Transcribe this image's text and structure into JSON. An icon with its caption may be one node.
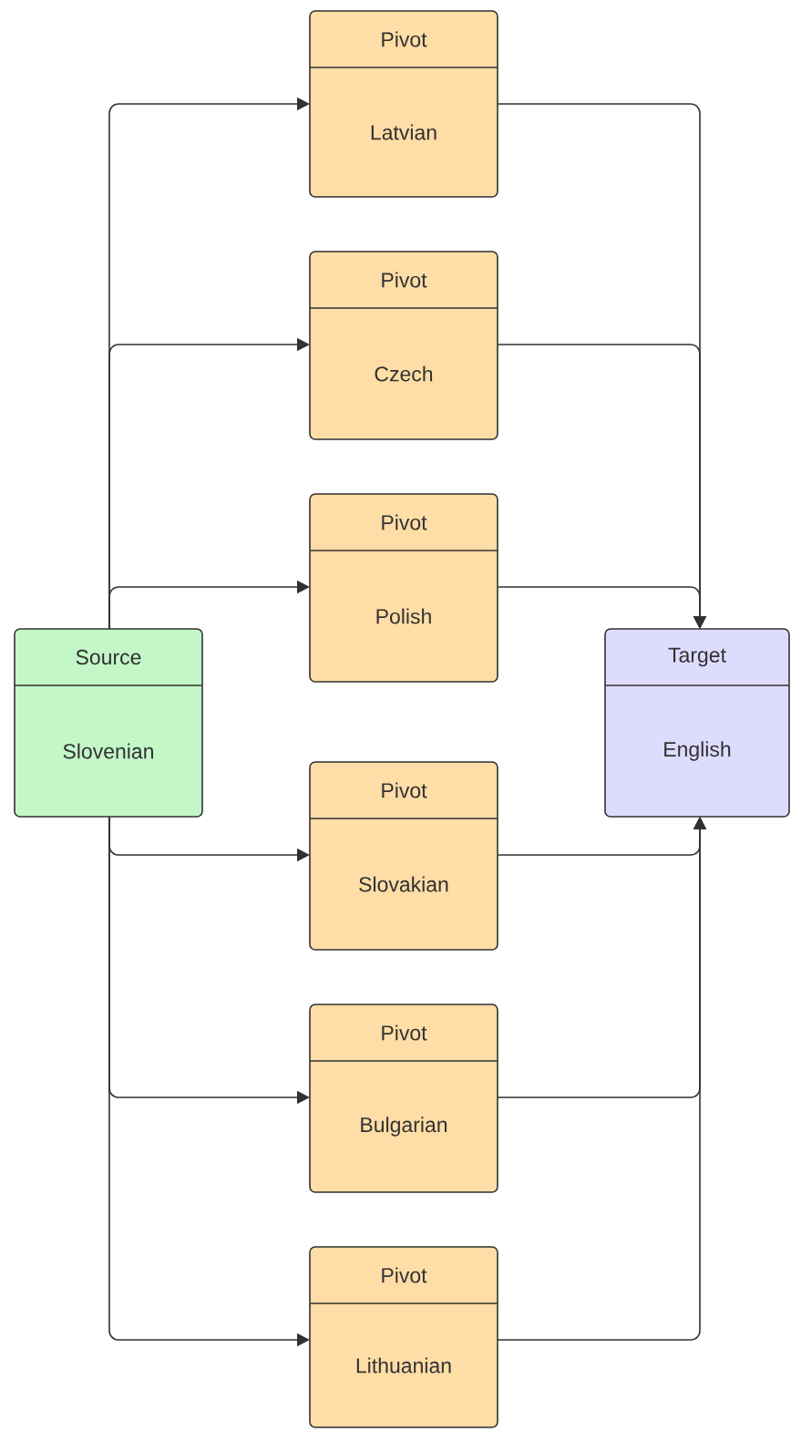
{
  "diagram": {
    "nodes": [
      {
        "text": [
          "Source",
          "Slovenian"
        ]
      },
      {
        "text": [
          "Pivot",
          "Latvian"
        ]
      },
      {
        "text": [
          "Pivot",
          "Czech"
        ]
      },
      {
        "text": [
          "Pivot",
          "Polish"
        ]
      },
      {
        "text": [
          "Pivot",
          "Slovakian"
        ]
      },
      {
        "text": [
          "Pivot",
          "Bulgarian"
        ]
      },
      {
        "text": [
          "Pivot",
          "Lithuanian"
        ]
      },
      {
        "text": [
          "Target",
          "English"
        ]
      }
    ],
    "edges": [
      {
        "from": 0,
        "to": 1,
        "arrow": "to"
      },
      {
        "from": 0,
        "to": 2,
        "arrow": "to"
      },
      {
        "from": 0,
        "to": 3,
        "arrow": "to"
      },
      {
        "from": 0,
        "to": 4,
        "arrow": "to"
      },
      {
        "from": 0,
        "to": 5,
        "arrow": "to"
      },
      {
        "from": 0,
        "to": 6,
        "arrow": "to"
      },
      {
        "from": 1,
        "to": 7,
        "arrow": "to"
      },
      {
        "from": 2,
        "to": 7,
        "arrow": "to"
      },
      {
        "from": 3,
        "to": 7,
        "arrow": "to"
      },
      {
        "from": 4,
        "to": 7,
        "arrow": "to"
      },
      {
        "from": 5,
        "to": 7,
        "arrow": "to"
      },
      {
        "from": 6,
        "to": 7,
        "arrow": "to"
      }
    ]
  }
}
